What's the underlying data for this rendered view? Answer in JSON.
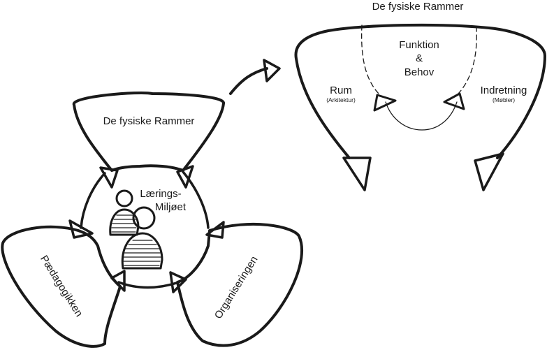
{
  "left_diagram": {
    "top_lobe_label": "De fysiske Rammer",
    "center_label_line1": "Lærings-",
    "center_label_line2": "Miljøet",
    "left_lobe_label": "Pædagogikken",
    "right_lobe_label": "Organiseringen"
  },
  "right_diagram": {
    "title": "De fysiske Rammer",
    "center_line1": "Funktion",
    "center_line2": "&",
    "center_line3": "Behov",
    "left_label": "Rum",
    "left_sublabel": "(Arkitektur)",
    "right_label": "Indretning",
    "right_sublabel": "(Møbler)"
  },
  "colors": {
    "ink": "#1a1a1a",
    "background": "#ffffff"
  }
}
